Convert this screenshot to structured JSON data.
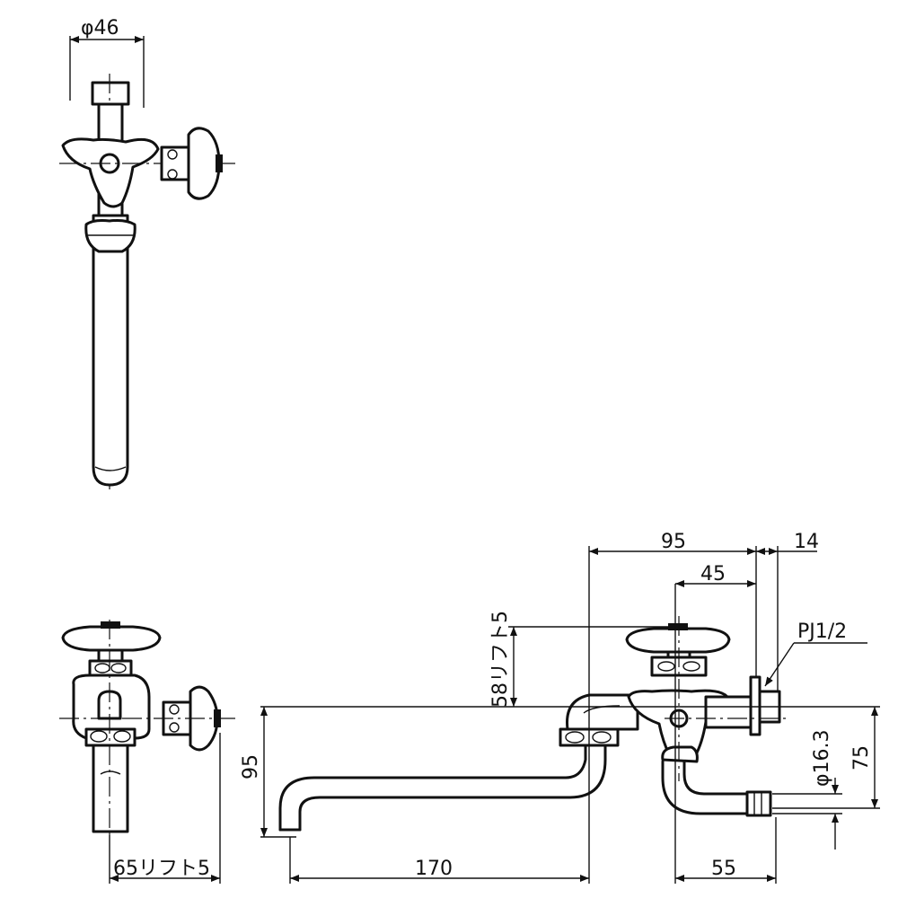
{
  "dimensions": {
    "diameter_46": "φ46",
    "lift_65": "65リフト5",
    "dim_95_height": "95",
    "dim_170": "170",
    "dim_55": "55",
    "dim_95_top": "95",
    "dim_14": "14",
    "dim_45": "45",
    "lift_58": "58リフト5",
    "thread": "PJ1/2",
    "diameter_16_3": "φ16.3",
    "dim_75": "75"
  }
}
